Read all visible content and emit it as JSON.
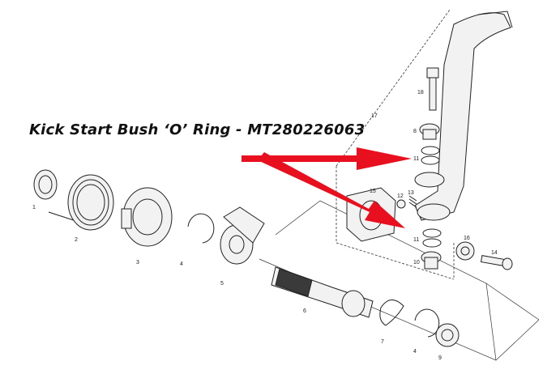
{
  "title": "Kick Start Bush ‘O’ Ring - MT280226063",
  "callouts": {
    "p1": "1",
    "p2": "2",
    "p3": "3",
    "p4a": "4",
    "p4b": "4",
    "p5": "5",
    "p6": "6",
    "p7": "7",
    "p8": "8",
    "p9": "9",
    "p10": "10",
    "p11a": "11",
    "p11b": "11",
    "p12": "12",
    "p13": "13",
    "p14": "14",
    "p15": "15",
    "p16": "16",
    "p17": "17",
    "p18": "18"
  },
  "colors": {
    "arrow": "#e8101e",
    "linework": "#222222",
    "background": "#ffffff"
  }
}
